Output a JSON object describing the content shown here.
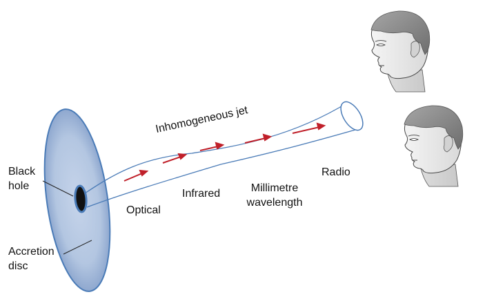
{
  "labels": {
    "black_hole": [
      "Black",
      "hole"
    ],
    "accretion_disc": [
      "Accretion",
      "disc"
    ],
    "jet": "Inhomogeneous jet",
    "optical": "Optical",
    "infrared": "Infrared",
    "millimetre": [
      "Millimetre",
      "wavelength"
    ],
    "radio": "Radio"
  },
  "icons": [
    "observer-head-icon",
    "observer-head-icon"
  ],
  "colors": {
    "disc_fill": "#b3c6e1",
    "disc_edge": "#4a7bb7",
    "jet_outline": "#4a7bb7",
    "arrow": "#c0202a",
    "black_hole": "#111111",
    "head_face": "#e9e9e9",
    "head_hair": "#8c8c8c"
  }
}
